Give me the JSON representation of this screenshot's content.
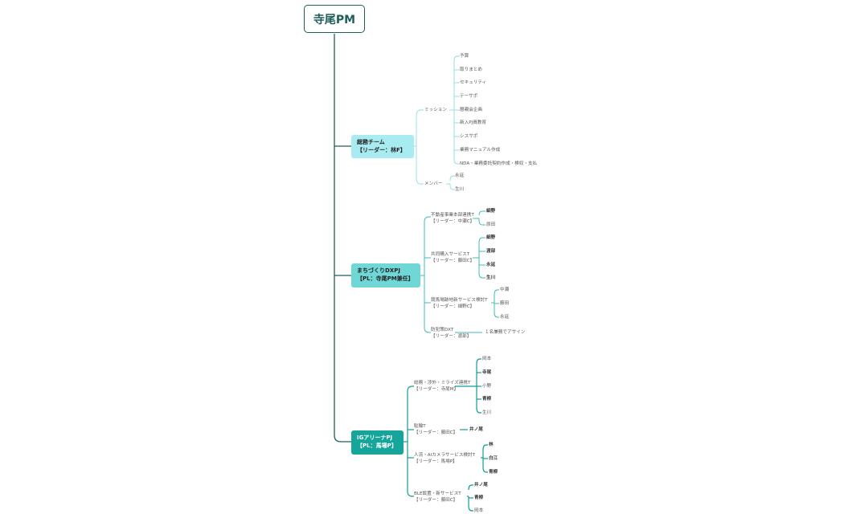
{
  "root": "寺尾PM",
  "colors": {
    "dark": "#1f5f5a",
    "team1": "#a8ecf2",
    "team2": "#6fd8d6",
    "team3": "#15a59a",
    "line1": "#8fdde2",
    "line2": "#3fbdb9",
    "line3": "#139e95"
  },
  "team1": {
    "line1": "総務チーム",
    "line2": "【リーダー：林F】",
    "mission_label": "ミッション",
    "missions": [
      "予算",
      "取りまとめ",
      "セキュリティ",
      "テーサポ",
      "懇親会企画",
      "新入PJ員教育",
      "シスサポ",
      "業務マニュアル作成",
      "NDA・業務委託契約作成・検収・支払"
    ],
    "member_label": "メンバー",
    "members": [
      "永延",
      "生川"
    ]
  },
  "team2": {
    "line1": "まちづくりDXPJ",
    "line2_bold": "【PL：寺尾PM兼任】",
    "groups": [
      {
        "line1": "不動産事業本部連携T",
        "line2": "【リーダー：中瀬C】",
        "members": [
          "細野",
          "原田"
        ]
      },
      {
        "line1": "共同購入サービスT",
        "line2": "【リーダー：藤田C】",
        "members": [
          "細野",
          "渡部",
          "永延",
          "生川"
        ]
      },
      {
        "line1": "競馬場跡地新サービス検討T",
        "line2": "【リーダー：細野C】",
        "members": [
          "中瀬",
          "藤田",
          "永延"
        ]
      },
      {
        "line1": "防犯策DXT",
        "line2": "【リーダー：渡部】",
        "members": [
          "１名兼務でアサイン"
        ]
      }
    ]
  },
  "team3": {
    "line1": "IGアリーナPJ",
    "line2": "【PL：馬場P】",
    "groups": [
      {
        "line1": "総務・渉外・ミライズ連携T",
        "line2": "【リーダー：寺尾M】",
        "members": [
          "岡本",
          "寺尾",
          "小野",
          "青柳",
          "生川"
        ]
      },
      {
        "line1": "駐輪T",
        "line2": "【リーダー：藤田C】",
        "members": [
          "井ノ尾"
        ]
      },
      {
        "line1": "人流・AIカメラサービス検討T",
        "line2": "【リーダー：馬場P】",
        "members": [
          "林",
          "白江",
          "青柳"
        ]
      },
      {
        "line1": "BLE設置・新サービスT",
        "line2": "【リーダー：藤田C】",
        "members": [
          "井ノ尾",
          "青柳",
          "岡本"
        ]
      }
    ]
  }
}
